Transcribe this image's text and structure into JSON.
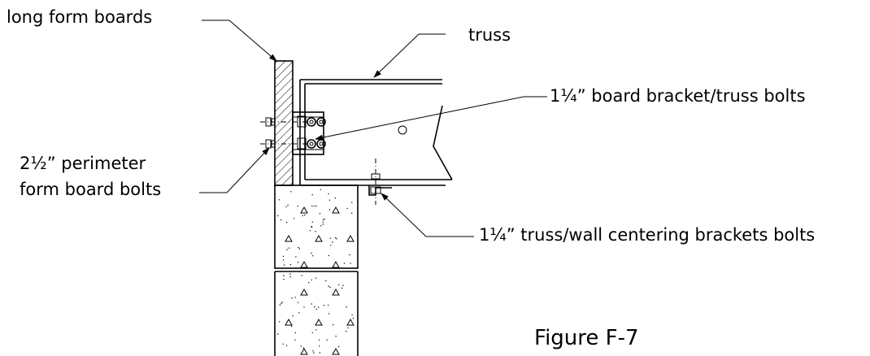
{
  "labels": {
    "long_form_boards": "long form boards",
    "truss": "truss",
    "board_bracket_bolts": "1¼” board bracket/truss bolts",
    "perimeter_bolts_line1": "2½” perimeter",
    "perimeter_bolts_line2": "form board bolts",
    "centering_bracket_bolts": "1¼” truss/wall centering brackets bolts"
  },
  "figure_title": "Figure F-7",
  "colors": {
    "line": "#000000",
    "background": "#ffffff"
  }
}
